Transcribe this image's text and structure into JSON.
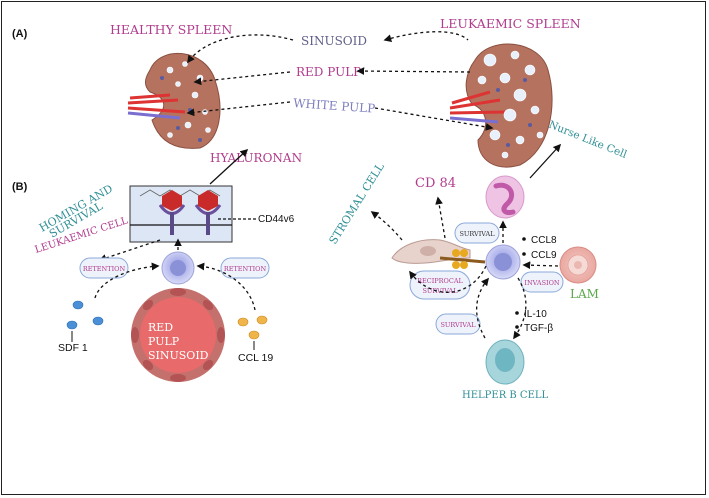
{
  "panel_a": {
    "label": "(A)",
    "healthy_spleen": "HEALTHY SPLEEN",
    "leukaemic_spleen": "LEUKAEMIC SPLEEN",
    "sinusoid": "SINUSOID",
    "red_pulp": "RED PULP",
    "white_pulp": "WHITE PULP"
  },
  "panel_b": {
    "label": "(B)",
    "hyaluronan": "HYALURONAN",
    "cd44v6": "CD44v6",
    "homing_survival_line1": "HOMING AND",
    "homing_survival_line2": "SURVIVAL",
    "leukaemic_cell": "LEUKAEMIC CELL",
    "retention_left": "RETENTION",
    "retention_right": "RETENTION",
    "sdf1": "SDF 1",
    "ccl19": "CCL 19",
    "red_pulp_sinusoid_line1": "RED",
    "red_pulp_sinusoid_line2": "PULP",
    "red_pulp_sinusoid_line3": "SINUSOID"
  },
  "panel_c": {
    "stromal_cell": "STROMAL CELL",
    "cd84": "CD 84",
    "nurse_like_cell": "Nurse Like Cell",
    "survival_top": "SURVIVAL",
    "ccl8": "CCL8",
    "ccl9": "CCL9",
    "reciprocal_line1": "RECIPROCAL",
    "reciprocal_line2": "SURVIVAL",
    "invasion": "INVASION",
    "lam": "LAM",
    "survival_bottom": "SURVIVAL",
    "il10": "IL-10",
    "tgfb": "TGF-β",
    "helper_b_cell": "HELPER B CELL"
  },
  "colors": {
    "magenta_text": "#b13c8e",
    "teal_text": "#2f8f95",
    "lavender_text": "#7f7fbf",
    "spleen": "#b5735f",
    "sinusoid_fill": "#e66b6b",
    "cell_fill": "#aeb3e8",
    "lam_text": "#5aa84a"
  }
}
